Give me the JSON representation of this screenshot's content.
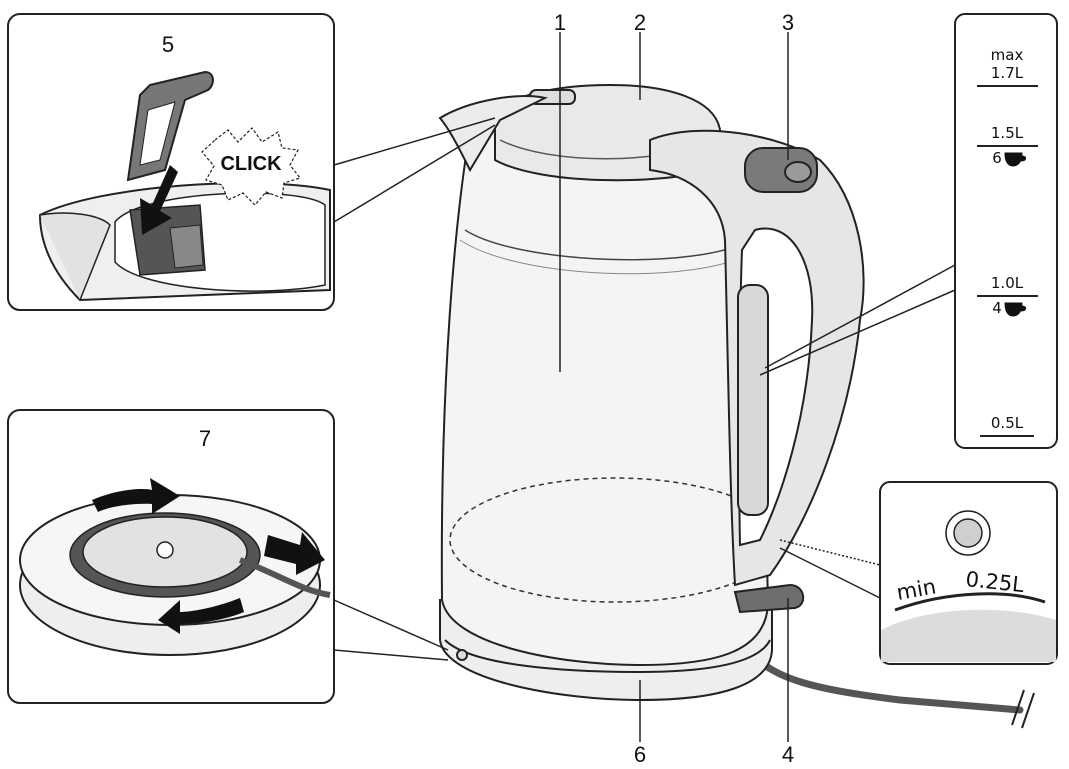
{
  "callouts": {
    "n1": "1",
    "n2": "2",
    "n3": "3",
    "n4": "4",
    "n5": "5",
    "n6": "6",
    "n7": "7"
  },
  "filter_panel": {
    "click_label": "CLICK"
  },
  "water_scale": {
    "max_label": "max",
    "max_value": "1.7L",
    "mark_1_5": "1.5L",
    "cups_6": "6",
    "mark_1_0": "1.0L",
    "cups_4": "4",
    "mark_0_5": "0.5L"
  },
  "min_panel": {
    "min_label": "min",
    "min_value": "0.25L"
  },
  "colors": {
    "outline": "#222222",
    "body_fill": "#f2f2f2",
    "part_fill": "#e6e6e6",
    "dark_fill": "#6e6e6e",
    "cable": "#555555"
  }
}
